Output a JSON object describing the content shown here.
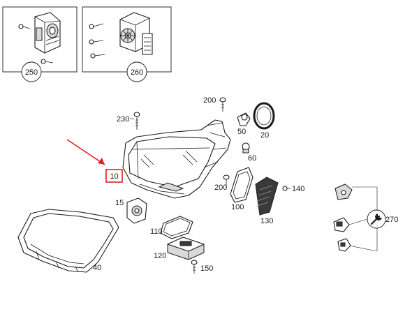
{
  "diagram": {
    "callouts": {
      "c250": "250",
      "c260": "260",
      "c200a": "200",
      "c230": "230",
      "c50": "50",
      "c20": "20",
      "c60": "60",
      "c10": "10",
      "c200b": "200",
      "c140": "140",
      "c15": "15",
      "c100": "100",
      "c130": "130",
      "c110": "110",
      "c270": "270",
      "c120": "120",
      "c40": "40",
      "c150": "150"
    },
    "highlight_color": "#e0201b",
    "line_color": "#1a1a1a"
  }
}
